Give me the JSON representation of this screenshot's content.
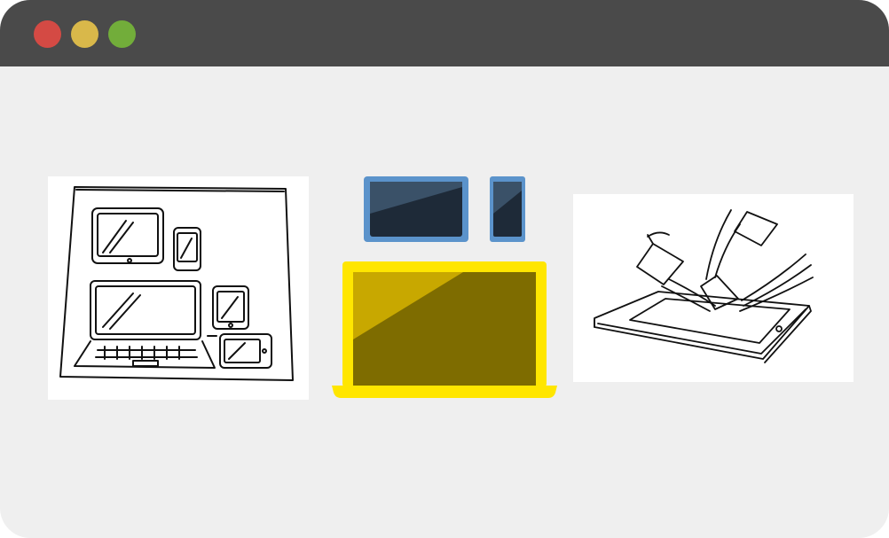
{
  "window": {
    "titlebar_color": "#4a4a4a",
    "background_color": "#efefef",
    "controls": [
      {
        "name": "close",
        "color": "#d44a44"
      },
      {
        "name": "minimize",
        "color": "#d9b84a"
      },
      {
        "name": "maximize",
        "color": "#72ad3a"
      }
    ]
  },
  "illustrations": {
    "left_sketch": "multi-device-sketch",
    "center": "responsive-devices",
    "right_sketch": "tablet-flying-cards-sketch"
  },
  "colors": {
    "tablet_frame": "#5b93cb",
    "screen_dark": "#1e2a38",
    "screen_glare": "#3a5168",
    "laptop_frame": "#ffe600",
    "laptop_screen": "#7e6c00",
    "laptop_glare": "#c8a800"
  }
}
